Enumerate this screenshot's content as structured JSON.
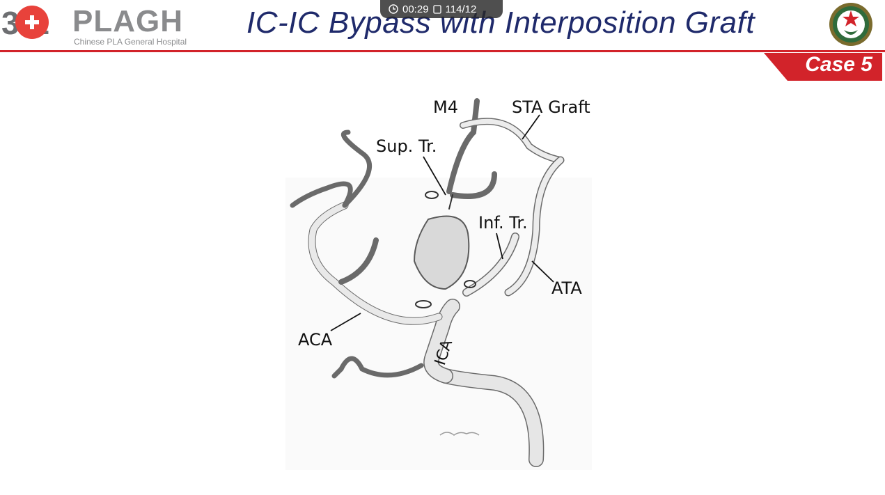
{
  "header": {
    "logo_number": "301",
    "logo_name": "PLAGH",
    "logo_subtitle": "Chinese PLA General Hospital",
    "title": "IC-IC Bypass with Interposition Graft",
    "emblem_icon": "military-emblem-icon",
    "rule_color": "#d2232a"
  },
  "media_bar": {
    "time": "00:29",
    "counter": "114/12",
    "clock_icon": "clock-icon",
    "slides_icon": "slides-icon"
  },
  "case_tag": {
    "label": "Case 5",
    "color": "#d2232a"
  },
  "figure": {
    "labels": {
      "m4": "M4",
      "sta_graft": "STA Graft",
      "sup_tr": "Sup. Tr.",
      "inf_tr": "Inf. Tr.",
      "ata": "ATA",
      "aca": "ACA",
      "ica": "ICA"
    },
    "signature": "signature"
  }
}
